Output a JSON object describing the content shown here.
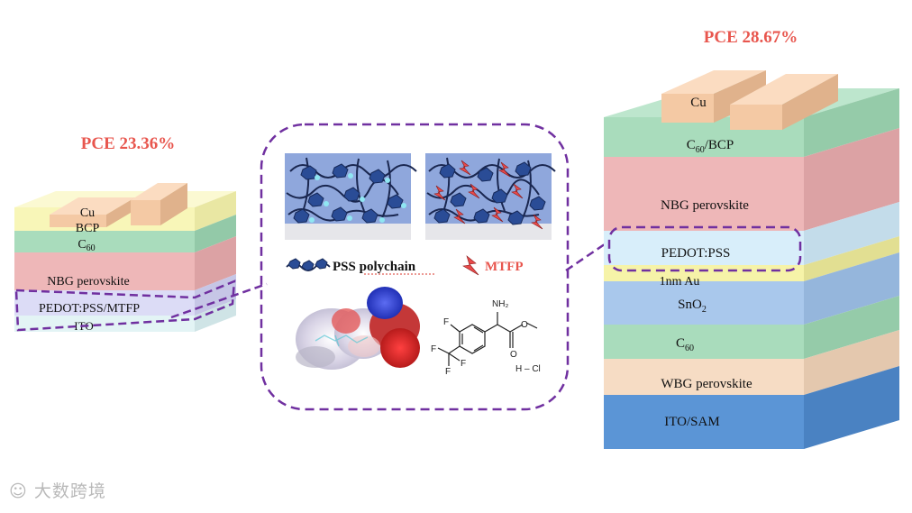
{
  "left_device": {
    "pce": "PCE 23.36%",
    "layers": {
      "electrode": "Cu",
      "bcp": "BCP",
      "c60": "C",
      "c60_sub": "60",
      "perovskite": "NBG perovskite",
      "htl": "PEDOT:PSS/MTFP",
      "substrate": "ITO"
    }
  },
  "right_device": {
    "pce": "PCE 28.67%",
    "layers": {
      "electrode": "Cu",
      "c60bcp_main": "C",
      "c60bcp_sub": "60",
      "c60bcp_tail": "/BCP",
      "nbg": "NBG perovskite",
      "htl": "PEDOT:PSS",
      "au": "1nm Au",
      "sno2_main": "SnO",
      "sno2_sub": "2",
      "c60_main": "C",
      "c60_sub": "60",
      "wbg": "WBG perovskite",
      "substrate": "ITO/SAM"
    }
  },
  "center_panel": {
    "legend_pss": "PSS polychain",
    "legend_mtfp": "MTFP",
    "molecule": {
      "nh2": "NH₂",
      "f": "F",
      "hcl": "H – Cl"
    }
  },
  "colors": {
    "pce_red": "#e8564e",
    "dash_purple": "#7030a0",
    "copper": "#f4c9a4",
    "nbg": "#eeb7b8",
    "c60": "#a9dcbc",
    "bcp": "#f8f6b8",
    "pedot": "#d8eefa",
    "au": "#f6f3a8",
    "sno2": "#a9c8ec",
    "wbg": "#f6dcc4",
    "ito_sam": "#5b95d6",
    "substrate": "#e3f4f5",
    "panel_blue": "#8fa7dc"
  },
  "watermark": "大数跨境"
}
